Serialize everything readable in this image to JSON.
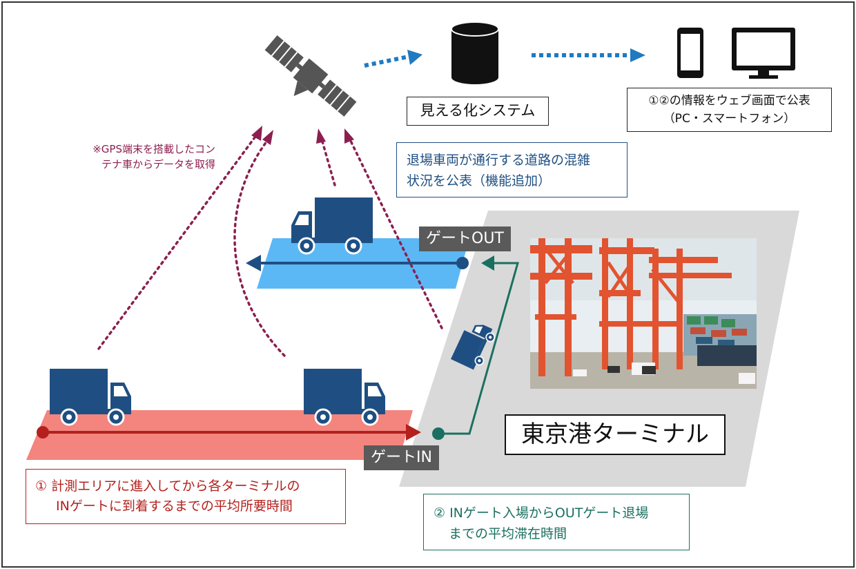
{
  "system_label": "見える化システム",
  "publish_label": {
    "line1": "①②の情報をウェブ画面で公表",
    "line2": "（PC・スマートフォン）"
  },
  "gps_note": {
    "line1": "※GPS端末を搭載したコン",
    "line2": "テナ車からデータを取得"
  },
  "congestion_label": {
    "line1": "退場車両が通行する道路の混雑",
    "line2": "状況を公表（機能追加）"
  },
  "gate_out": "ゲートOUT",
  "gate_in": "ゲートIN",
  "terminal_name": "東京港ターミナル",
  "measure1": {
    "line1": "① 計測エリアに進入してから各ターミナルの",
    "line2": "INゲートに到着するまでの平均所要時間"
  },
  "measure2": {
    "line1": "② INゲート入場からOUTゲート退場",
    "line2": "までの平均滞在時間"
  },
  "icons": [
    "satellite-icon",
    "database-icon",
    "smartphone-icon",
    "monitor-icon",
    "truck-icon"
  ],
  "colors": {
    "truck": "#1f4f82",
    "in_road": "#f4847e",
    "out_road": "#5bb8f5",
    "arrow_blue": "#1f7ac2",
    "gps_dotted": "#8c1f4f",
    "terminal_path": "#1a7060",
    "terminal_area": "#d9d9d9",
    "measure1_red": "#b3201d"
  }
}
